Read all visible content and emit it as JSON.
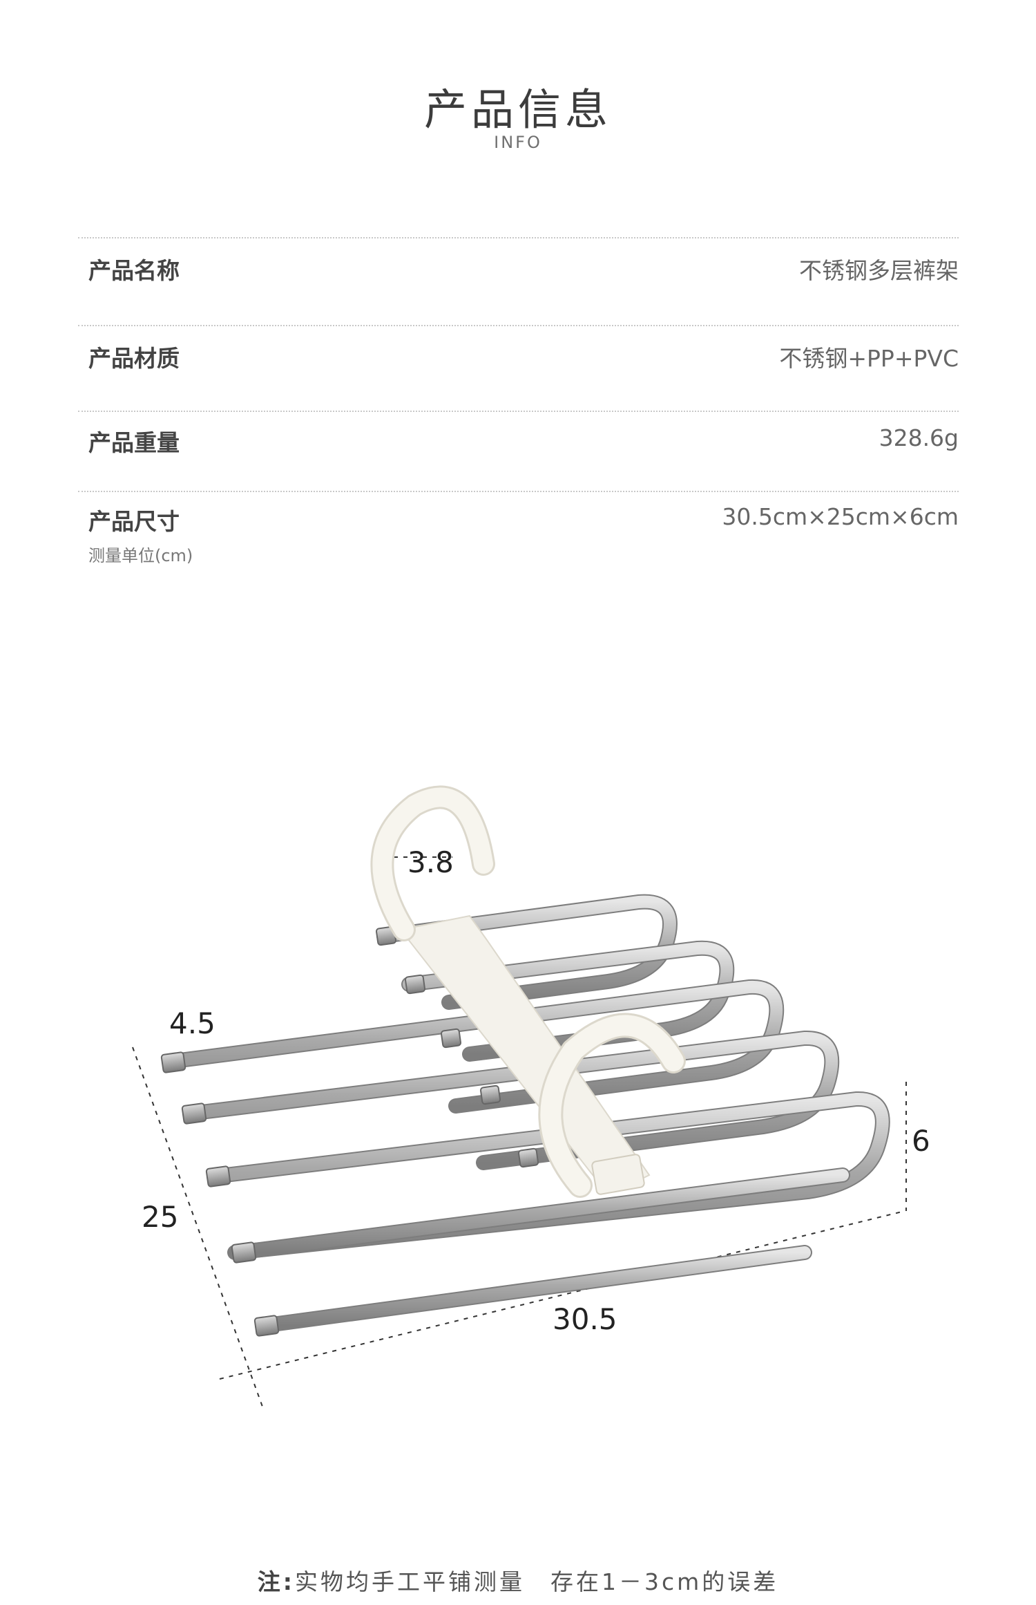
{
  "header": {
    "title": "产品信息",
    "subtitle": "INFO"
  },
  "specs": [
    {
      "label": "产品名称",
      "value": "不锈钢多层裤架"
    },
    {
      "label": "产品材质",
      "value": "不锈钢+PP+PVC"
    },
    {
      "label": "产品重量",
      "value": "328.6g"
    },
    {
      "label": "产品尺寸",
      "value": "30.5cm×25cm×6cm",
      "sublabel": "测量单位(cm)"
    }
  ],
  "dimensions": {
    "hook": "3.8",
    "rod_gap": "4.5",
    "depth": "25",
    "height": "6",
    "length": "30.5"
  },
  "note": {
    "prefix": "注:",
    "text": "实物均手工平铺测量　存在1－3cm的误差"
  },
  "colors": {
    "rod": "#b9b9b9",
    "hanger": "#f3f1ea",
    "text": "#333333"
  }
}
